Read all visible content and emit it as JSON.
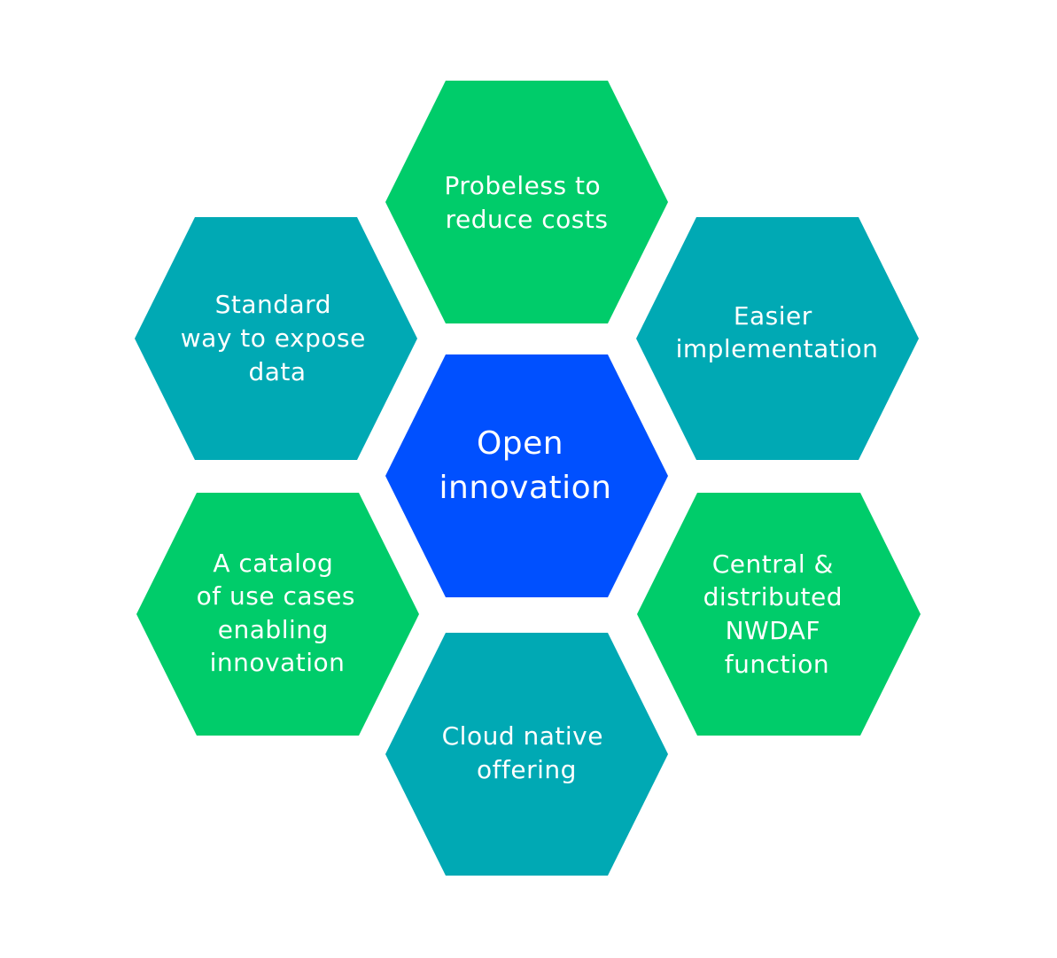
{
  "center": {
    "lines": [
      "Open",
      "innovation"
    ],
    "color": "#0050FF"
  },
  "hexagons": [
    {
      "id": "top",
      "lines": [
        "Probeless to",
        "reduce costs"
      ],
      "color": "#00CC6A"
    },
    {
      "id": "upper-left",
      "lines": [
        "Standard",
        "way to expose",
        "data"
      ],
      "color": "#00A9B4"
    },
    {
      "id": "upper-right",
      "lines": [
        "Easier",
        "implementation"
      ],
      "color": "#00A9B4"
    },
    {
      "id": "lower-left",
      "lines": [
        "A catalog",
        "of use cases",
        "enabling",
        "innovation"
      ],
      "color": "#00CC6A"
    },
    {
      "id": "lower-right",
      "lines": [
        "Central &",
        "distributed",
        "NWDAF",
        "function"
      ],
      "color": "#00CC6A"
    },
    {
      "id": "bottom",
      "lines": [
        "Cloud native",
        "offering"
      ],
      "color": "#00A9B4"
    }
  ]
}
